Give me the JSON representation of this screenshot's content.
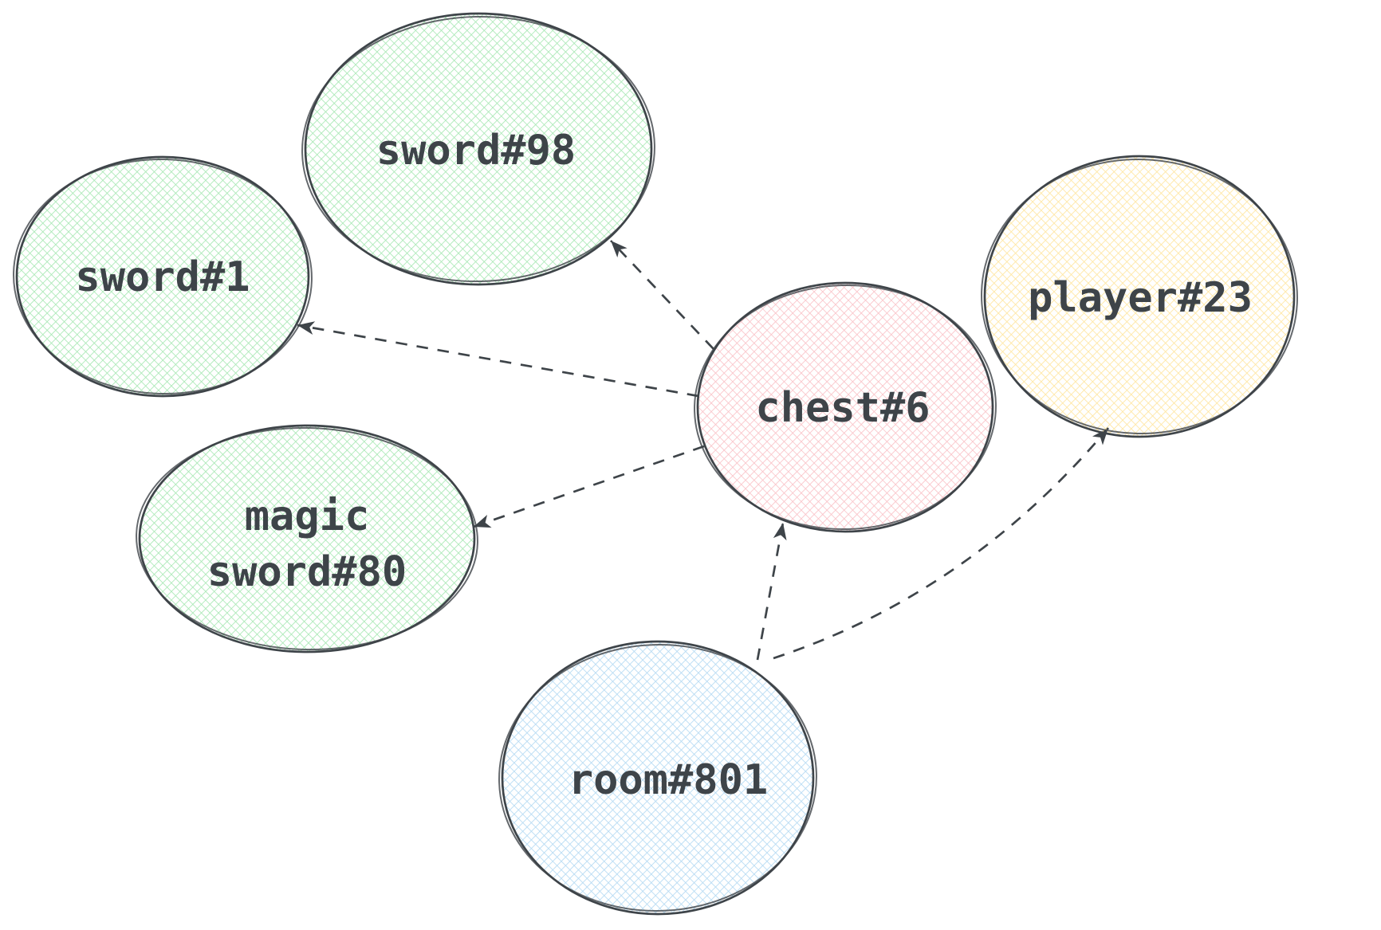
{
  "colors": {
    "background": "#ffffff",
    "ink": "#3e4449",
    "green": "#a9e8b5",
    "pink": "#fac3c8",
    "yellow": "#ffe6a1",
    "blue": "#b5daf3"
  },
  "diagram": {
    "nodes": [
      {
        "id": "sword#1",
        "label": "sword#1",
        "fill_color_name": "green",
        "fill_hex": "#a9e8b5",
        "fill_style": "cross-hatch"
      },
      {
        "id": "sword#98",
        "label": "sword#98",
        "fill_color_name": "green",
        "fill_hex": "#a9e8b5",
        "fill_style": "cross-hatch"
      },
      {
        "id": "magic sword#80",
        "label": "magic sword#80",
        "lines": [
          "magic",
          "sword#80"
        ],
        "fill_color_name": "green",
        "fill_hex": "#a9e8b5",
        "fill_style": "cross-hatch"
      },
      {
        "id": "chest#6",
        "label": "chest#6",
        "fill_color_name": "pink",
        "fill_hex": "#fac3c8",
        "fill_style": "cross-hatch"
      },
      {
        "id": "player#23",
        "label": "player#23",
        "fill_color_name": "yellow",
        "fill_hex": "#ffe6a1",
        "fill_style": "cross-hatch"
      },
      {
        "id": "room#801",
        "label": "room#801",
        "fill_color_name": "blue",
        "fill_hex": "#b5daf3",
        "fill_style": "cross-hatch"
      }
    ],
    "edges": [
      {
        "from": "chest#6",
        "to": "sword#98",
        "style": "dashed-arrow"
      },
      {
        "from": "chest#6",
        "to": "sword#1",
        "style": "dashed-arrow"
      },
      {
        "from": "chest#6",
        "to": "magic sword#80",
        "style": "dashed-arrow"
      },
      {
        "from": "room#801",
        "to": "chest#6",
        "style": "dashed-arrow"
      },
      {
        "from": "room#801",
        "to": "player#23",
        "style": "dashed-arrow"
      }
    ]
  }
}
